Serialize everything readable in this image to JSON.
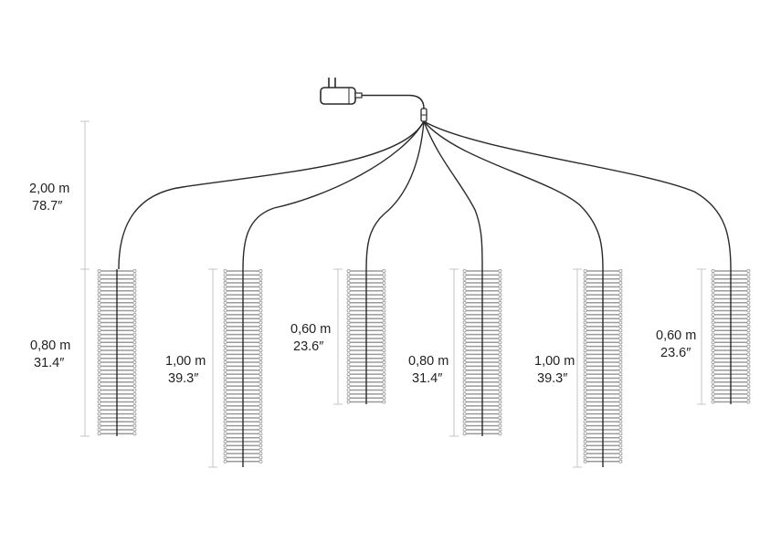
{
  "colors": {
    "cable": "#2a2a2a",
    "bulb_stroke": "#9a9a9a",
    "dimension_line": "#c4c4c4",
    "text": "#222222",
    "background": "#ffffff"
  },
  "icons": {
    "adapter": "power-adapter-icon"
  },
  "lead_cable": {
    "metric": "2,00 m",
    "imperial": "78.7″"
  },
  "strands": [
    {
      "metric": "0,80 m",
      "imperial": "31.4″"
    },
    {
      "metric": "1,00 m",
      "imperial": "39.3″"
    },
    {
      "metric": "0,60 m",
      "imperial": "23.6″"
    },
    {
      "metric": "0,80 m",
      "imperial": "31.4″"
    },
    {
      "metric": "1,00 m",
      "imperial": "39.3″"
    },
    {
      "metric": "0,60 m",
      "imperial": "23.6″"
    }
  ]
}
